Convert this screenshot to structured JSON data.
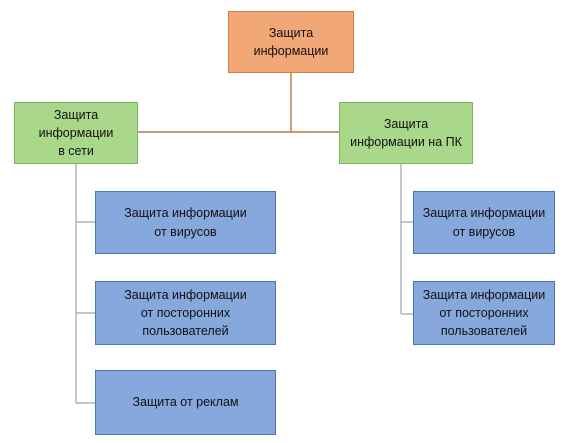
{
  "diagram": {
    "root": {
      "label": "Защита\nинформации"
    },
    "branches": [
      {
        "label": "Защита\nинформации\nв сети",
        "children": [
          {
            "label": "Защита информации\nот вирусов"
          },
          {
            "label": "Защита информации\nот посторонних\nпользователей"
          },
          {
            "label": "Защита от реклам"
          }
        ]
      },
      {
        "label": "Защита\nинформации на ПК",
        "children": [
          {
            "label": "Защита информации\nот вирусов"
          },
          {
            "label": "Защита информации\nот посторонних\nпользователей"
          }
        ]
      }
    ],
    "colors": {
      "root_fill": "#f2a777",
      "branch_fill": "#a9d88a",
      "leaf_fill": "#87a8dc",
      "connector": "#c0763f"
    }
  }
}
